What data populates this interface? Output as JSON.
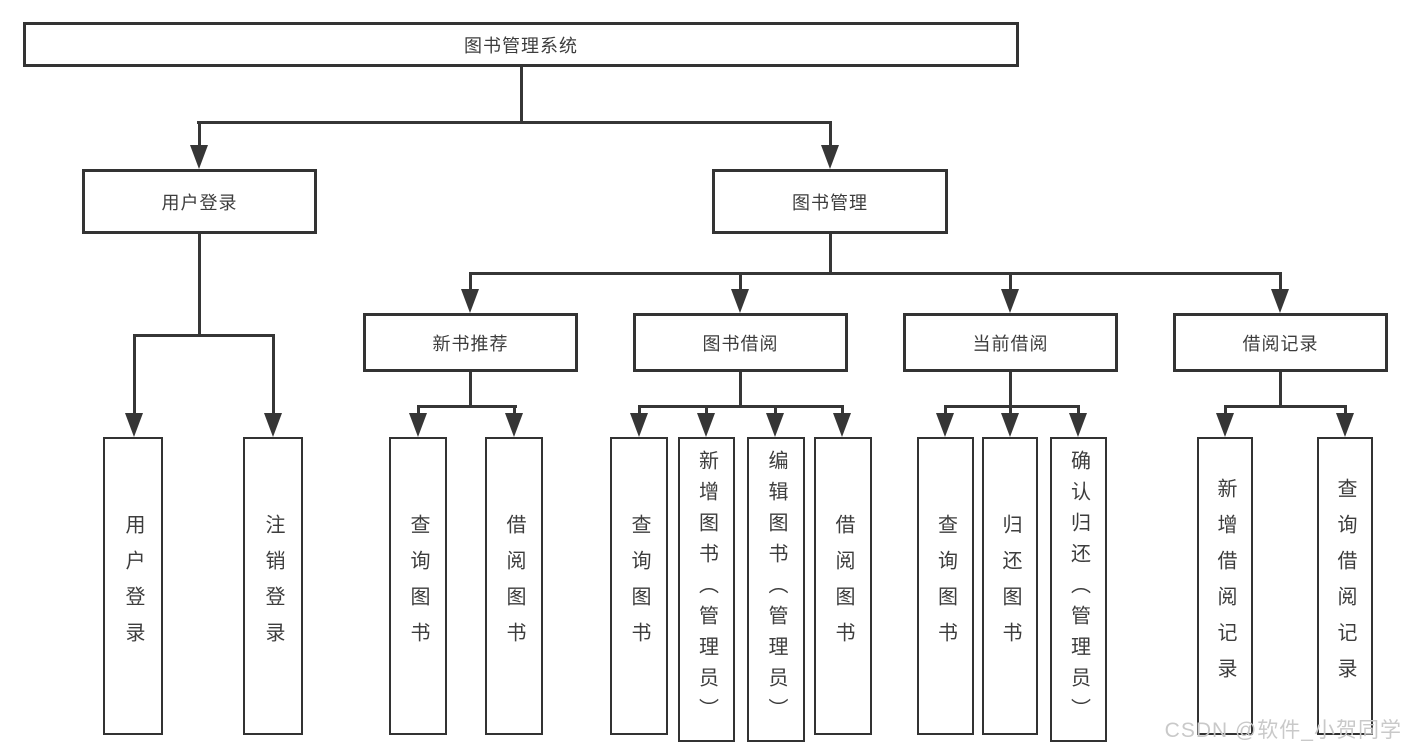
{
  "tree": {
    "root": "图书管理系统",
    "branches": [
      {
        "label": "用户登录",
        "children": [
          "用户登录",
          "注销登录"
        ]
      },
      {
        "label": "图书管理",
        "sections": [
          {
            "label": "新书推荐",
            "children": [
              "查询图书",
              "借阅图书"
            ]
          },
          {
            "label": "图书借阅",
            "children": [
              "查询图书",
              "新增图书（管理员）",
              "编辑图书（管理员）",
              "借阅图书"
            ]
          },
          {
            "label": "当前借阅",
            "children": [
              "查询图书",
              "归还图书",
              "确认归还（管理员）"
            ]
          },
          {
            "label": "借阅记录",
            "children": [
              "新增借阅记录",
              "查询借阅记录"
            ]
          }
        ]
      }
    ]
  },
  "watermark": "CSDN @软件_小贺同学",
  "colors": {
    "line": "#363636",
    "border": "#333333",
    "text": "#3d3d3d",
    "watermark": "#c9c9c9",
    "background": "#ffffff"
  }
}
